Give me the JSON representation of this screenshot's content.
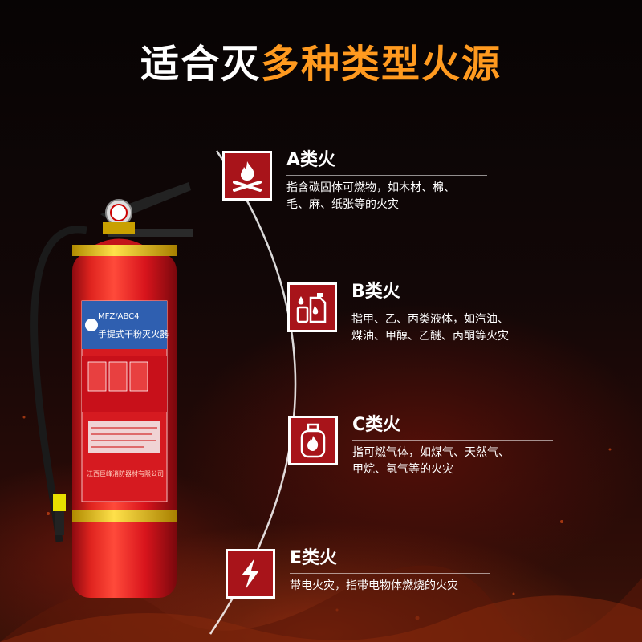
{
  "headline": {
    "white_part": "适合灭",
    "orange_part": "多种类型火源"
  },
  "extinguisher": {
    "model": "MFZ/ABC4",
    "type": "手提式干粉灭火器",
    "company": "江西巨峰消防器材有限公司"
  },
  "fire_classes": [
    {
      "title": "A类火",
      "line1": "指含碳固体可燃物，如木材、棉、",
      "line2": "毛、麻、纸张等的火灾",
      "icon": "wood-fire-icon"
    },
    {
      "title": "B类火",
      "line1": "指甲、乙、丙类液体，如汽油、",
      "line2": "煤油、甲醇、乙醚、丙酮等火灾",
      "icon": "liquid-canister-icon"
    },
    {
      "title": "C类火",
      "line1": "指可燃气体，如煤气、天然气、",
      "line2": "甲烷、氢气等的火灾",
      "icon": "gas-cylinder-icon"
    },
    {
      "title": "E类火",
      "line1": "带电火灾，指带电物体燃烧的火灾",
      "line2": "",
      "icon": "lightning-icon"
    }
  ],
  "colors": {
    "accent_orange": "#ff9a1f",
    "badge_red": "#a8141a",
    "extinguisher_red": "#d8141c",
    "text_white": "#ffffff"
  }
}
